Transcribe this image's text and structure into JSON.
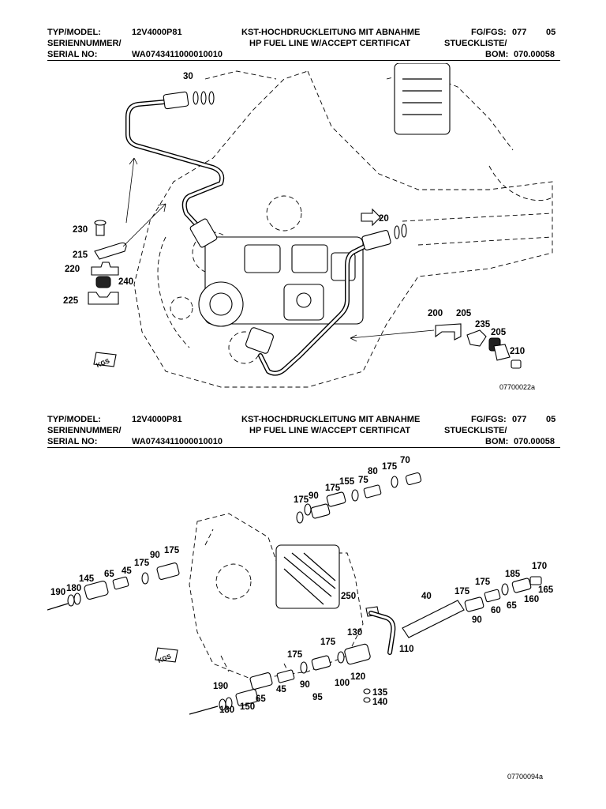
{
  "header_top": {
    "typ_model_label": "TYP/MODEL:",
    "typ_model_value": "12V4000P81",
    "title_de": "KST-HOCHDRUCKLEITUNG MIT ABNAHME",
    "fg_label": "FG/FGS:",
    "fg_value": "077",
    "fg_rev": "05",
    "serien_label": "SERIENNUMMER/",
    "title_en": "HP FUEL LINE W/ACCEPT CERTIFICAT",
    "stueck_label": "STUECKLISTE/",
    "serial_label": "SERIAL NO:",
    "serial_value": "WA0743411000010010",
    "bom_label": "BOM:",
    "bom_value": "070.00058"
  },
  "header_bottom": {
    "typ_model_label": "TYP/MODEL:",
    "typ_model_value": "12V4000P81",
    "title_de": "KST-HOCHDRUCKLEITUNG MIT ABNAHME",
    "fg_label": "FG/FGS:",
    "fg_value": "077",
    "fg_rev": "05",
    "serien_label": "SERIENNUMMER/",
    "title_en": "HP FUEL LINE W/ACCEPT CERTIFICAT",
    "stueck_label": "STUECKLISTE/",
    "serial_label": "SERIAL NO:",
    "serial_value": "WA0743411000010010",
    "bom_label": "BOM:",
    "bom_value": "070.00058"
  },
  "figure_top": {
    "code": "07700022a",
    "kgs": "KGS",
    "labels": [
      "30",
      "20",
      "230",
      "215",
      "220",
      "240",
      "225",
      "200",
      "205",
      "235",
      "205",
      "210"
    ]
  },
  "figure_bottom": {
    "code": "07700094a",
    "kgs": "KGS",
    "labels": [
      "70",
      "175",
      "80",
      "75",
      "155",
      "175",
      "175",
      "90",
      "175",
      "90",
      "175",
      "45",
      "65",
      "145",
      "180",
      "190",
      "250",
      "40",
      "170",
      "185",
      "165",
      "175",
      "175",
      "60",
      "65",
      "160",
      "90",
      "130",
      "110",
      "175",
      "175",
      "90",
      "45",
      "95",
      "100",
      "120",
      "135",
      "140",
      "190",
      "65",
      "180",
      "150"
    ]
  }
}
